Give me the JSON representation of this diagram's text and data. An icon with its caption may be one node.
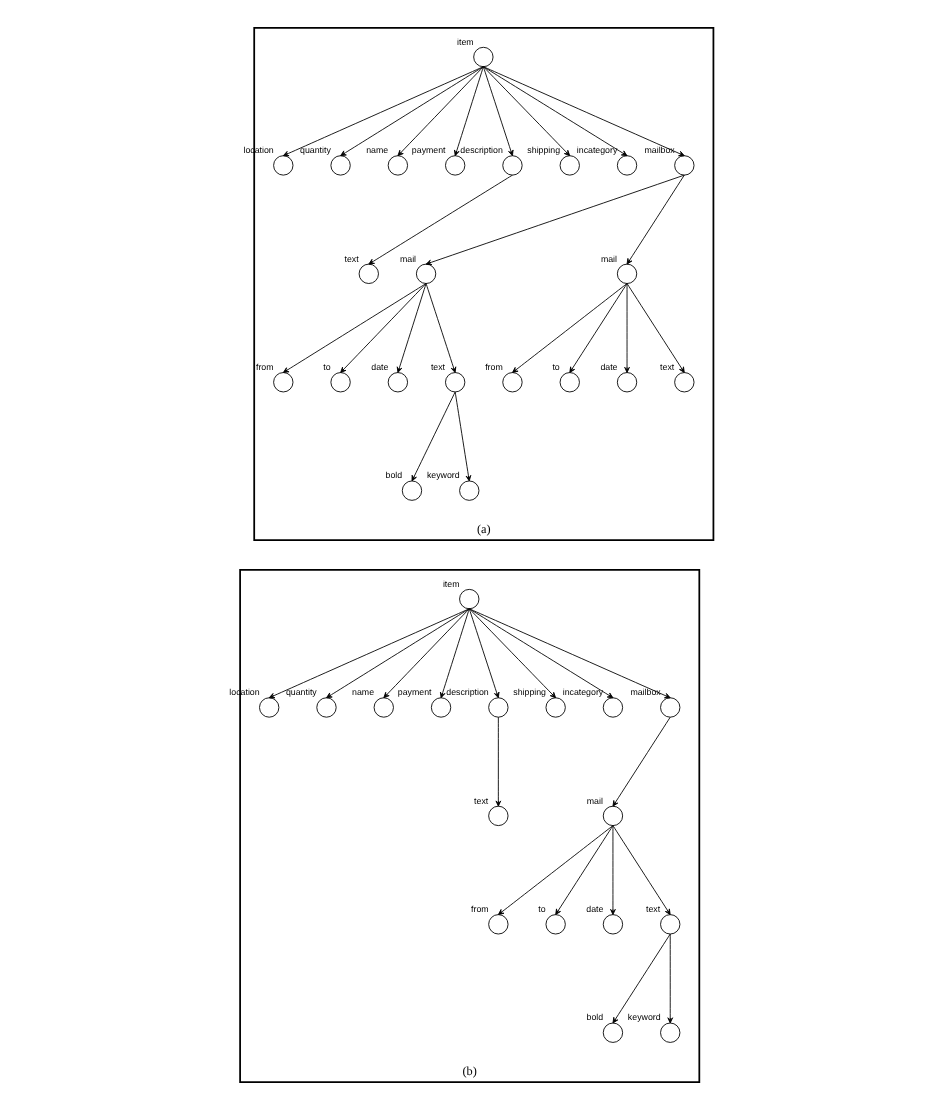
{
  "diagram": {
    "nodes": [
      {
        "text": [
          "(a)"
        ]
      },
      {
        "text": [],
        "shape": "circle",
        "beside": [
          "item"
        ],
        "in": 0
      },
      {
        "text": [],
        "shape": "circle",
        "beside": [
          "location"
        ],
        "in": 0
      },
      {
        "text": [],
        "shape": "circle",
        "beside": [
          "quantity"
        ],
        "in": 0
      },
      {
        "text": [],
        "shape": "circle",
        "beside": [
          "name"
        ],
        "in": 0
      },
      {
        "text": [],
        "shape": "circle",
        "beside": [
          "payment"
        ],
        "in": 0
      },
      {
        "text": [],
        "shape": "circle",
        "beside": [
          "description"
        ],
        "in": 0
      },
      {
        "text": [],
        "shape": "circle",
        "beside": [
          "shipping"
        ],
        "in": 0
      },
      {
        "text": [],
        "shape": "circle",
        "beside": [
          "incategory"
        ],
        "in": 0
      },
      {
        "text": [],
        "shape": "circle",
        "beside": [
          "mailbox"
        ],
        "in": 0
      },
      {
        "text": [],
        "shape": "circle",
        "beside": [
          "text"
        ],
        "in": 0
      },
      {
        "text": [],
        "shape": "circle",
        "beside": [
          "mail"
        ],
        "in": 0
      },
      {
        "text": [],
        "shape": "circle",
        "beside": [
          "mail"
        ],
        "in": 0
      },
      {
        "text": [],
        "shape": "circle",
        "beside": [
          "from"
        ],
        "in": 0
      },
      {
        "text": [],
        "shape": "circle",
        "beside": [
          "to"
        ],
        "in": 0
      },
      {
        "text": [],
        "shape": "circle",
        "beside": [
          "date"
        ],
        "in": 0
      },
      {
        "text": [],
        "shape": "circle",
        "beside": [
          "text"
        ],
        "in": 0
      },
      {
        "text": [],
        "shape": "circle",
        "beside": [
          "from"
        ],
        "in": 0
      },
      {
        "text": [],
        "shape": "circle",
        "beside": [
          "to"
        ],
        "in": 0
      },
      {
        "text": [],
        "shape": "circle",
        "beside": [
          "date"
        ],
        "in": 0
      },
      {
        "text": [],
        "shape": "circle",
        "beside": [
          "text"
        ],
        "in": 0
      },
      {
        "text": [],
        "shape": "circle",
        "beside": [
          "bold"
        ],
        "in": 0
      },
      {
        "text": [],
        "shape": "circle",
        "beside": [
          "keyword"
        ],
        "in": 0
      },
      {
        "text": [
          "(b)"
        ]
      },
      {
        "text": [],
        "shape": "circle",
        "beside": [
          "item"
        ],
        "in": 23
      },
      {
        "text": [],
        "shape": "circle",
        "beside": [
          "location"
        ],
        "in": 23
      },
      {
        "text": [],
        "shape": "circle",
        "beside": [
          "quantity"
        ],
        "in": 23
      },
      {
        "text": [],
        "shape": "circle",
        "beside": [
          "name"
        ],
        "in": 23
      },
      {
        "text": [],
        "shape": "circle",
        "beside": [
          "payment"
        ],
        "in": 23
      },
      {
        "text": [],
        "shape": "circle",
        "beside": [
          "description"
        ],
        "in": 23
      },
      {
        "text": [],
        "shape": "circle",
        "beside": [
          "shipping"
        ],
        "in": 23
      },
      {
        "text": [],
        "shape": "circle",
        "beside": [
          "incategory"
        ],
        "in": 23
      },
      {
        "text": [],
        "shape": "circle",
        "beside": [
          "mailbox"
        ],
        "in": 23
      },
      {
        "text": [],
        "shape": "circle",
        "beside": [
          "text"
        ],
        "in": 23
      },
      {
        "text": [],
        "shape": "circle",
        "beside": [
          "mail"
        ],
        "in": 23
      },
      {
        "text": [],
        "shape": "circle",
        "beside": [
          "from"
        ],
        "in": 23
      },
      {
        "text": [],
        "shape": "circle",
        "beside": [
          "to"
        ],
        "in": 23
      },
      {
        "text": [],
        "shape": "circle",
        "beside": [
          "date"
        ],
        "in": 23
      },
      {
        "text": [],
        "shape": "circle",
        "beside": [
          "text"
        ],
        "in": 23
      },
      {
        "text": [],
        "shape": "circle",
        "beside": [
          "bold"
        ],
        "in": 23
      },
      {
        "text": [],
        "shape": "circle",
        "beside": [
          "keyword"
        ],
        "in": 23
      }
    ],
    "edges": [
      {
        "from": 1,
        "to": 2,
        "arrow": "to"
      },
      {
        "from": 1,
        "to": 3,
        "arrow": "to"
      },
      {
        "from": 1,
        "to": 4,
        "arrow": "to"
      },
      {
        "from": 1,
        "to": 5,
        "arrow": "to"
      },
      {
        "from": 1,
        "to": 6,
        "arrow": "to"
      },
      {
        "from": 1,
        "to": 7,
        "arrow": "to"
      },
      {
        "from": 1,
        "to": 8,
        "arrow": "to"
      },
      {
        "from": 1,
        "to": 9,
        "arrow": "to"
      },
      {
        "from": 6,
        "to": 10,
        "arrow": "to"
      },
      {
        "from": 9,
        "to": 11,
        "arrow": "to"
      },
      {
        "from": 9,
        "to": 12,
        "arrow": "to"
      },
      {
        "from": 11,
        "to": 13,
        "arrow": "to"
      },
      {
        "from": 11,
        "to": 14,
        "arrow": "to"
      },
      {
        "from": 11,
        "to": 15,
        "arrow": "to"
      },
      {
        "from": 11,
        "to": 16,
        "arrow": "to"
      },
      {
        "from": 12,
        "to": 17,
        "arrow": "to"
      },
      {
        "from": 12,
        "to": 18,
        "arrow": "to"
      },
      {
        "from": 12,
        "to": 19,
        "arrow": "to"
      },
      {
        "from": 12,
        "to": 20,
        "arrow": "to"
      },
      {
        "from": 16,
        "to": 21,
        "arrow": "to"
      },
      {
        "from": 16,
        "to": 22,
        "arrow": "to"
      },
      {
        "from": 24,
        "to": 25,
        "arrow": "to"
      },
      {
        "from": 24,
        "to": 26,
        "arrow": "to"
      },
      {
        "from": 24,
        "to": 27,
        "arrow": "to"
      },
      {
        "from": 24,
        "to": 28,
        "arrow": "to"
      },
      {
        "from": 24,
        "to": 29,
        "arrow": "to"
      },
      {
        "from": 24,
        "to": 30,
        "arrow": "to"
      },
      {
        "from": 24,
        "to": 31,
        "arrow": "to"
      },
      {
        "from": 24,
        "to": 32,
        "arrow": "to"
      },
      {
        "from": 29,
        "to": 33,
        "arrow": "to"
      },
      {
        "from": 32,
        "to": 34,
        "arrow": "to"
      },
      {
        "from": 34,
        "to": 35,
        "arrow": "to"
      },
      {
        "from": 34,
        "to": 36,
        "arrow": "to"
      },
      {
        "from": 34,
        "to": 37,
        "arrow": "to"
      },
      {
        "from": 34,
        "to": 38,
        "arrow": "to"
      },
      {
        "from": 38,
        "to": 39,
        "arrow": "to"
      },
      {
        "from": 38,
        "to": 40,
        "arrow": "to"
      }
    ]
  }
}
